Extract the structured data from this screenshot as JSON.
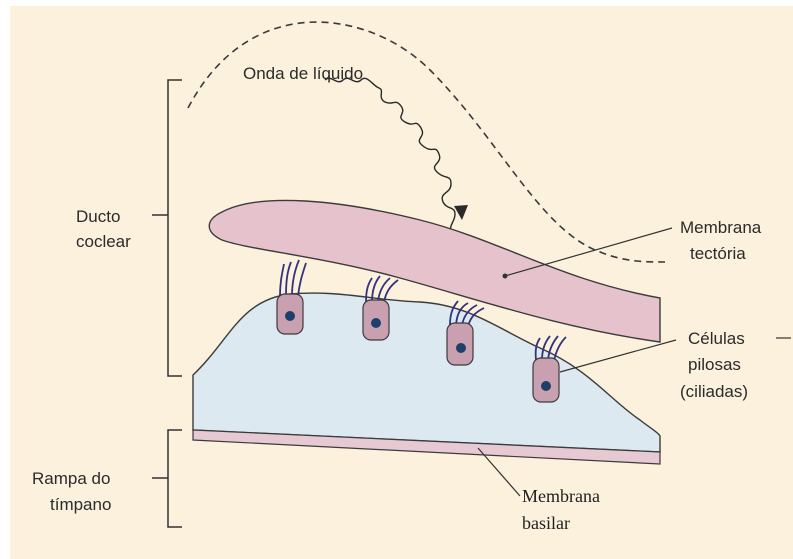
{
  "labels": {
    "fluid_wave": "Onda de líquido",
    "cochlear_duct": [
      "Ducto",
      "coclear"
    ],
    "tectorial_membrane": [
      "Membrana",
      "tectória"
    ],
    "hair_cells": [
      "Células",
      "pilosas",
      "(ciliadas)"
    ],
    "scala_tympani": [
      "Rampa do",
      "tímpano"
    ],
    "basilar_membrane": [
      "Membrana",
      "basilar"
    ]
  },
  "colors": {
    "background": "#fbf1dd",
    "tectorial_membrane": "#e6c3cc",
    "support_tissue": "#dde9f0",
    "hair_cell_body": "#c9a0b0",
    "hair_cell_nucleus": "#1f3f6a",
    "stereocilia": "#33327a"
  }
}
